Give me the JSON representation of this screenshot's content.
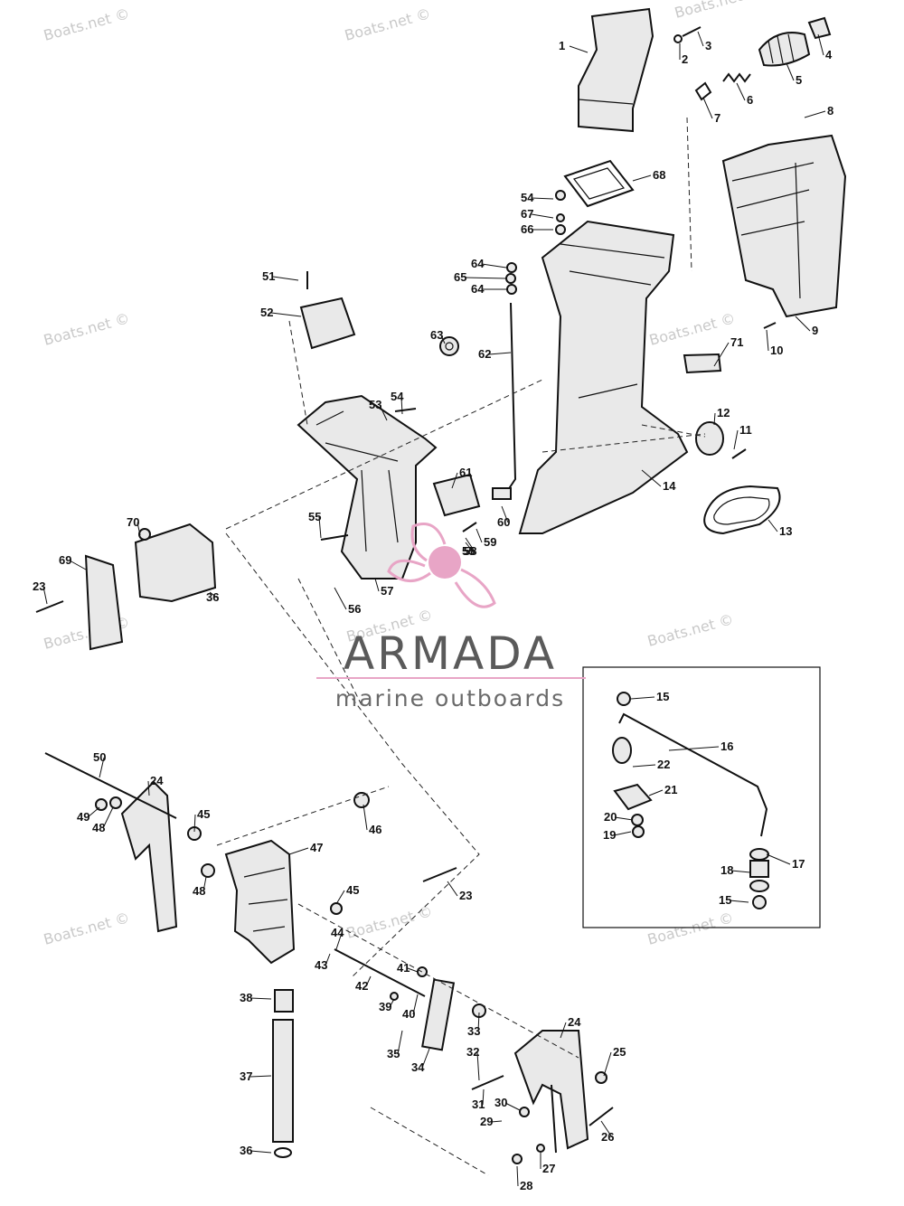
{
  "watermark_text": "Boats.net ©",
  "logo": {
    "title": "ARMADA",
    "subtitle": "marine outboards",
    "accent_color": "#e8a5c6",
    "text_color": "#5a5a5a"
  },
  "callouts": [
    "1",
    "2",
    "3",
    "4",
    "5",
    "6",
    "7",
    "8",
    "9",
    "10",
    "11",
    "12",
    "13",
    "14",
    "15",
    "16",
    "17",
    "18",
    "19",
    "20",
    "21",
    "22",
    "23",
    "24",
    "25",
    "26",
    "27",
    "28",
    "29",
    "30",
    "31",
    "32",
    "33",
    "34",
    "35",
    "36",
    "37",
    "38",
    "39",
    "40",
    "41",
    "42",
    "43",
    "44",
    "45",
    "46",
    "47",
    "48",
    "49",
    "50",
    "51",
    "52",
    "53",
    "54",
    "55",
    "56",
    "57",
    "58",
    "59",
    "60",
    "61",
    "62",
    "63",
    "64",
    "65",
    "66",
    "67",
    "68",
    "69",
    "70",
    "71"
  ]
}
